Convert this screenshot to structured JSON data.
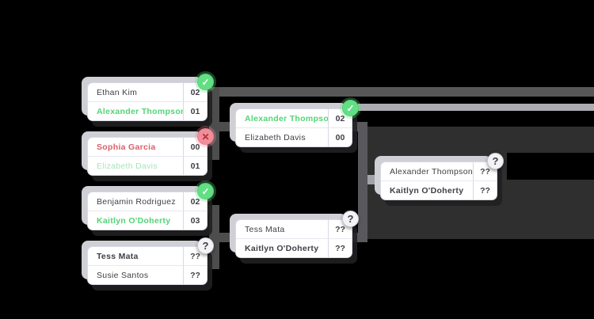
{
  "colors": {
    "background": "#000000",
    "card_background": "#ffffff",
    "winner_green": "#53d475",
    "eliminated_red": "#d9606c",
    "advanced_pale_green": "#a9e3ba",
    "badge_win": "#62df84",
    "badge_loss": "#f18e99",
    "badge_pending": "#f3f3f6",
    "connector_gray": "#4d4d4d"
  },
  "bracket": {
    "rounds": [
      {
        "matches": [
          {
            "badge": {
              "status": "won",
              "glyph": "✓"
            },
            "players": [
              {
                "name": "Ethan Kim",
                "score": "02",
                "state": "normal"
              },
              {
                "name": "Alexander Thompson",
                "score": "01",
                "state": "winner"
              }
            ]
          },
          {
            "badge": {
              "status": "lost",
              "glyph": "✕"
            },
            "players": [
              {
                "name": "Sophia Garcia",
                "score": "00",
                "state": "eliminated"
              },
              {
                "name": "Elizabeth Davis",
                "score": "01",
                "state": "advanced"
              }
            ]
          },
          {
            "badge": {
              "status": "won",
              "glyph": "✓"
            },
            "players": [
              {
                "name": "Benjamin Rodriguez",
                "score": "02",
                "state": "normal"
              },
              {
                "name": "Kaitlyn O'Doherty",
                "score": "03",
                "state": "winner"
              }
            ]
          },
          {
            "badge": {
              "status": "pending",
              "glyph": "?"
            },
            "players": [
              {
                "name": "Tess Mata",
                "score": "??",
                "state": "emphasis"
              },
              {
                "name": "Susie Santos",
                "score": "??",
                "state": "normal"
              }
            ]
          }
        ]
      },
      {
        "matches": [
          {
            "badge": {
              "status": "won",
              "glyph": "✓"
            },
            "players": [
              {
                "name": "Alexander Thompson",
                "score": "02",
                "state": "winner"
              },
              {
                "name": "Elizabeth Davis",
                "score": "00",
                "state": "normal"
              }
            ]
          },
          {
            "badge": {
              "status": "pending",
              "glyph": "?"
            },
            "players": [
              {
                "name": "Tess Mata",
                "score": "??",
                "state": "normal"
              },
              {
                "name": "Kaitlyn O'Doherty",
                "score": "??",
                "state": "emphasis"
              }
            ]
          }
        ]
      },
      {
        "matches": [
          {
            "badge": {
              "status": "pending",
              "glyph": "?"
            },
            "players": [
              {
                "name": "Alexander Thompson",
                "score": "??",
                "state": "normal"
              },
              {
                "name": "Kaitlyn O'Doherty",
                "score": "??",
                "state": "emphasis"
              }
            ]
          }
        ]
      }
    ]
  }
}
